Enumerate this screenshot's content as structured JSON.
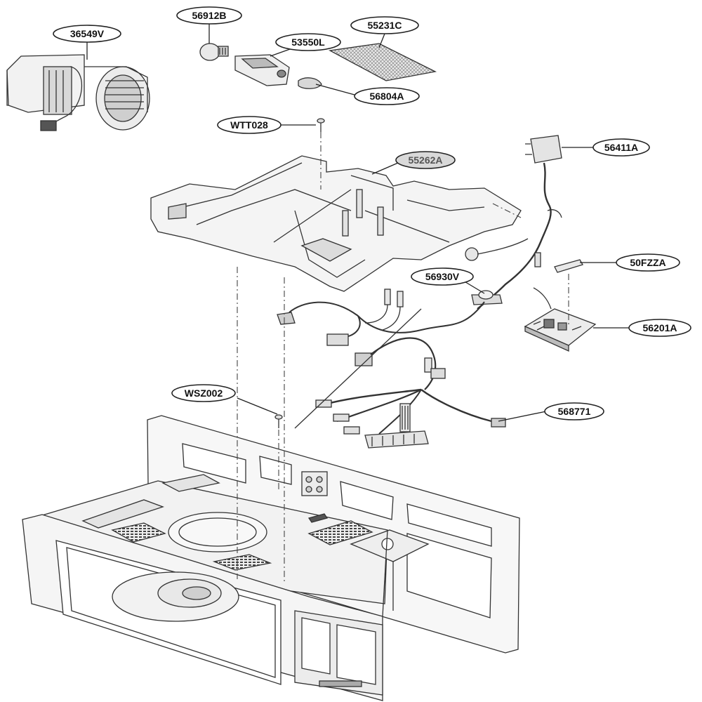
{
  "labels": {
    "l36549V": "36549V",
    "l56912B": "56912B",
    "l53550L": "53550L",
    "l55231C": "55231C",
    "l56804A": "56804A",
    "lWTT028": "WTT028",
    "l55262A": "55262A",
    "l56411A": "56411A",
    "l50FZZA": "50FZZA",
    "l56930V": "56930V",
    "l56201A": "56201A",
    "lWSZ002": "WSZ002",
    "l568771": "568771"
  },
  "colors": {
    "line": "#333333",
    "part_fill": "#f4f4f4",
    "shade": "#bdbdbd",
    "label_fill": "#ffffff",
    "label_fill_muted": "#d9d9d9"
  }
}
